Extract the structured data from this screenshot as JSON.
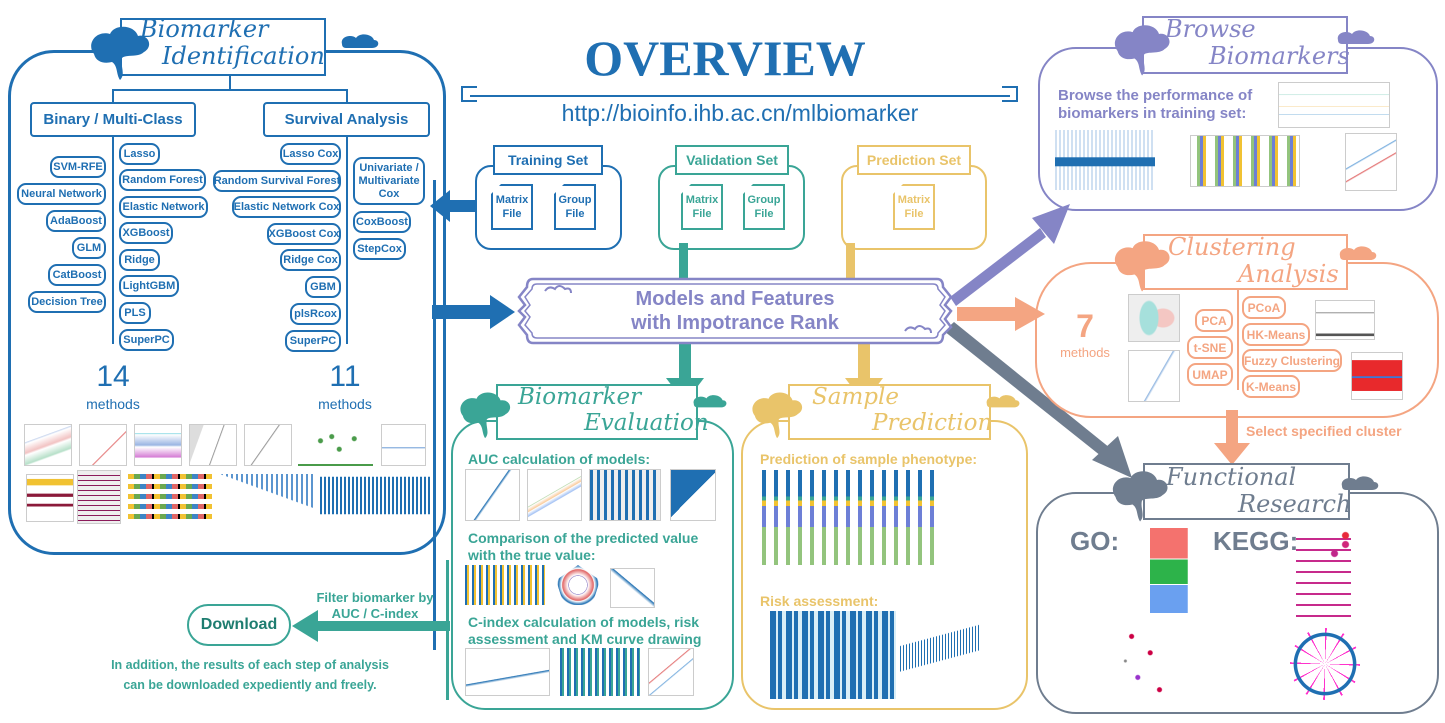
{
  "header": {
    "title": "OVERVIEW",
    "url": "http://bioinfo.ihb.ac.cn/mlbiomarker"
  },
  "colors": {
    "blue": "#1f6fb2",
    "teal": "#3aa596",
    "gold": "#e9c46a",
    "purple": "#8585c6",
    "salmon": "#f4a582",
    "slate": "#6f7d8f"
  },
  "biomarker_identification": {
    "title_line1": "Biomarker",
    "title_line2": "Identification",
    "binary": {
      "header": "Binary / Multi-Class",
      "left_methods": [
        "SVM-RFE",
        "Neural Network",
        "AdaBoost",
        "GLM",
        "CatBoost",
        "Decision Tree"
      ],
      "right_methods": [
        "Lasso",
        "Random Forest",
        "Elastic Network",
        "XGBoost",
        "Ridge",
        "LightGBM",
        "PLS",
        "SuperPC"
      ],
      "count": "14",
      "count_label": "methods"
    },
    "survival": {
      "header": "Survival Analysis",
      "left_methods": [
        "Lasso Cox",
        "Random Survival Forest",
        "Elastic Network Cox",
        "XGBoost Cox",
        "Ridge Cox",
        "GBM",
        "plsRcox",
        "SuperPC"
      ],
      "right_methods": [
        "Univariate / Multivariate Cox",
        "CoxBoost",
        "StepCox"
      ],
      "count": "11",
      "count_label": "methods"
    }
  },
  "input_sets": [
    {
      "label": "Training Set",
      "files": [
        "Matrix File",
        "Group File"
      ]
    },
    {
      "label": "Validation Set",
      "files": [
        "Matrix File",
        "Group File"
      ]
    },
    {
      "label": "Prediction Set",
      "files": [
        "Matrix File"
      ]
    }
  ],
  "central_node": {
    "line1": "Models and Features",
    "line2": "with Impotrance Rank"
  },
  "biomarker_evaluation": {
    "title_line1": "Biomarker",
    "title_line2": "Evaluation",
    "section1": "AUC calculation of models:",
    "section2_line1": "Comparison of the predicted value",
    "section2_line2": "with the true value:",
    "section3_line1": "C-index calculation of models, risk",
    "section3_line2": "assessment and KM curve drawing"
  },
  "sample_prediction": {
    "title_line1": "Sample",
    "title_line2": "Prediction",
    "section1": "Prediction of sample phenotype:",
    "section2": "Risk assessment:"
  },
  "browse_biomarkers": {
    "title_line1": "Browse",
    "title_line2": "Biomarkers",
    "desc_line1": "Browse the performance of",
    "desc_line2": "biomarkers in training set:"
  },
  "clustering_analysis": {
    "title_line1": "Clustering",
    "title_line2": "Analysis",
    "count": "7",
    "count_label": "methods",
    "left_methods": [
      "PCA",
      "t-SNE",
      "UMAP"
    ],
    "right_methods": [
      "PCoA",
      "HK-Means",
      "Fuzzy Clustering",
      "K-Means"
    ],
    "select_label": "Select specified cluster"
  },
  "functional_research": {
    "title_line1": "Functional",
    "title_line2": "Research",
    "go_label": "GO:",
    "kegg_label": "KEGG:"
  },
  "download": {
    "button_label": "Download",
    "filter_line1": "Filter biomarker by",
    "filter_line2": "AUC / C-index",
    "note_line1": "In addition, the results of each step of analysis",
    "note_line2": "can be downloaded expediently and freely."
  }
}
